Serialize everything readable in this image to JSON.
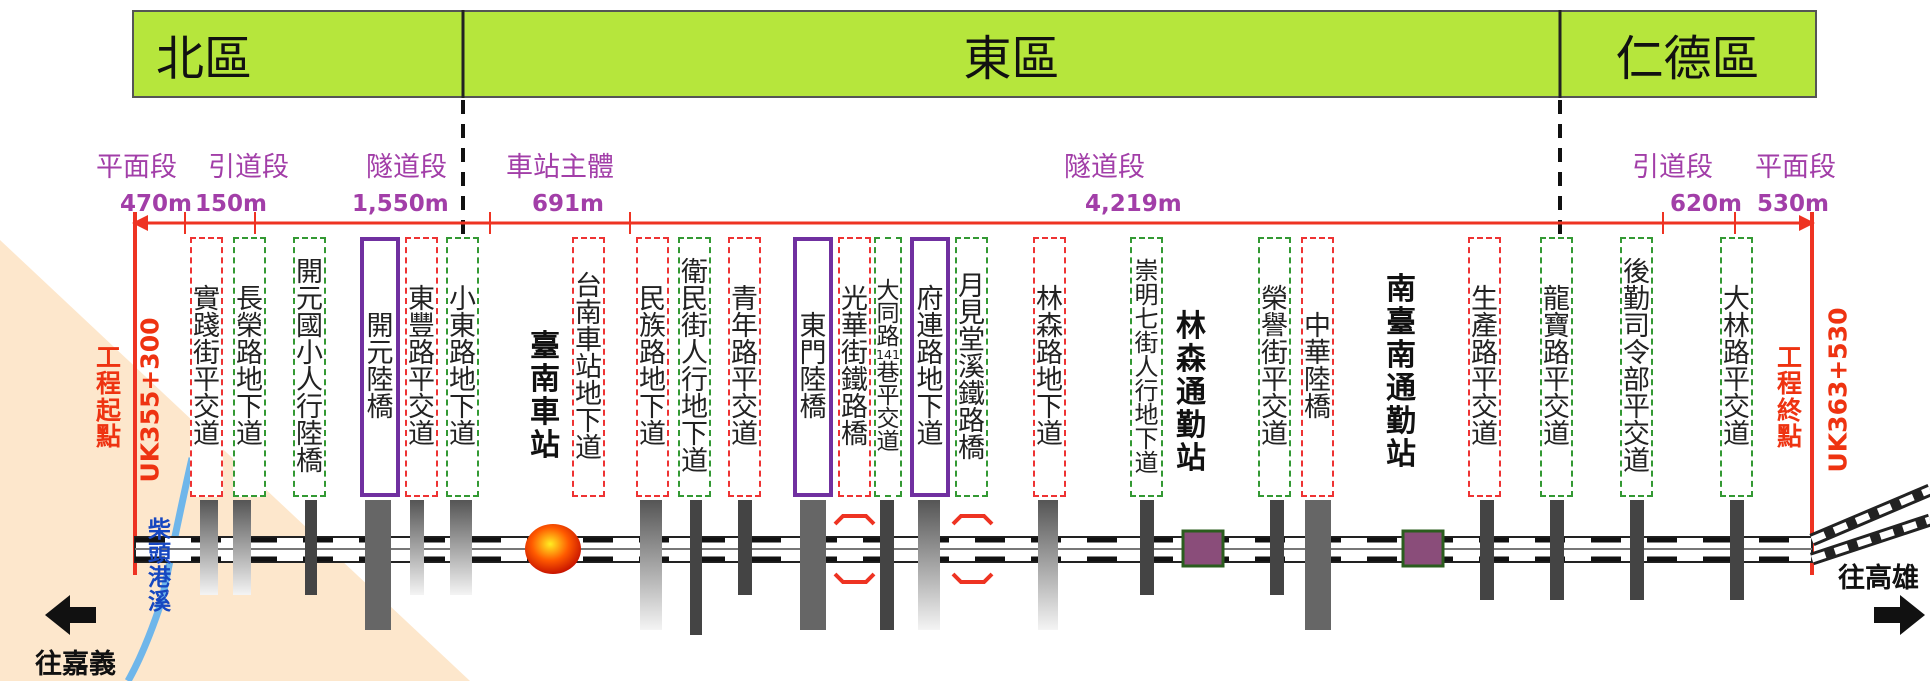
{
  "districts": [
    "北區",
    "東區",
    "仁德區"
  ],
  "sections": [
    "平面段",
    "引道段",
    "隧道段",
    "車站主體",
    "隧道段",
    "引道段",
    "平面段"
  ],
  "lengths": [
    "470m",
    "150m",
    "1,550m",
    "691m",
    "4,219m",
    "620m",
    "530m"
  ],
  "start_point": {
    "title": "工程起點",
    "code": "UK355+300"
  },
  "end_point": {
    "title": "工程終點",
    "code": "UK363+530"
  },
  "directions": {
    "left": "往嘉義",
    "right": "往高雄"
  },
  "creek": "柴頭港溪",
  "stations": {
    "tainan": "臺南車站",
    "linsen": "林森通勤站",
    "south": "南臺南通勤站"
  },
  "structures": [
    {
      "text": "實踐街平交道",
      "style": "red"
    },
    {
      "text": "長榮路地下道",
      "style": "green"
    },
    {
      "text": "開元國小人行陸橋",
      "style": "green"
    },
    {
      "text": "開元陸橋",
      "style": "purple"
    },
    {
      "text": "東豐路平交道",
      "style": "red"
    },
    {
      "text": "小東路地下道",
      "style": "green"
    },
    {
      "text": "台南車站地下道",
      "style": "red"
    },
    {
      "text": "民族路地下道",
      "style": "red"
    },
    {
      "text": "衛民街人行地下道",
      "style": "green"
    },
    {
      "text": "青年路平交道",
      "style": "red"
    },
    {
      "text": "東門陸橋",
      "style": "purple"
    },
    {
      "text": "光華街鐵路橋",
      "style": "red"
    },
    {
      "text": "大同路141巷平交道",
      "style": "green"
    },
    {
      "text": "府連路地下道",
      "style": "purple"
    },
    {
      "text": "月見堂溪鐵路橋",
      "style": "green"
    },
    {
      "text": "林森路地下道",
      "style": "red"
    },
    {
      "text": "崇明七街人行地下道",
      "style": "green"
    },
    {
      "text": "榮譽街平交道",
      "style": "green"
    },
    {
      "text": "中華陸橋",
      "style": "red"
    },
    {
      "text": "生產路平交道",
      "style": "red"
    },
    {
      "text": "龍寶路平交道",
      "style": "green"
    },
    {
      "text": "後勤司令部平交道",
      "style": "green"
    },
    {
      "text": "大林路平交道",
      "style": "green"
    }
  ]
}
